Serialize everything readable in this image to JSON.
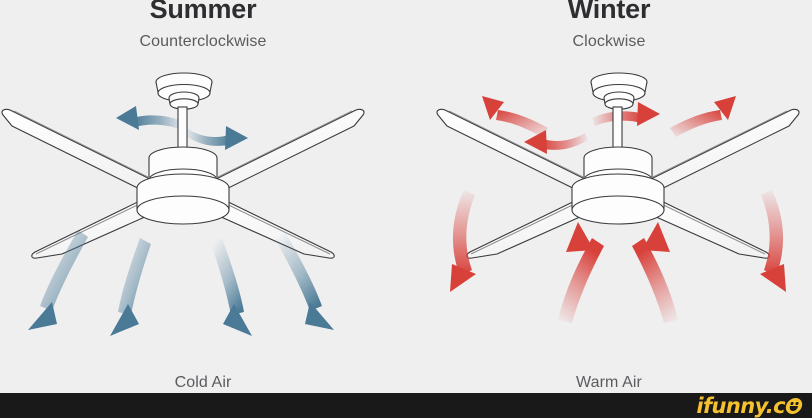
{
  "image": {
    "background_color": "#efeff0",
    "subject": "ceiling fan seasonal rotation direction diagram"
  },
  "panels": [
    {
      "id": "summer",
      "title": "Summer",
      "subtitle": "Counterclockwise",
      "air_label": "Cold Air",
      "arrow_color": "#4a7a96",
      "airflow_direction": "downward",
      "rotation": "counterclockwise"
    },
    {
      "id": "winter",
      "title": "Winter",
      "subtitle": "Clockwise",
      "air_label": "Warm Air",
      "arrow_color": "#d8403a",
      "airflow_direction": "upward",
      "rotation": "clockwise"
    }
  ],
  "fan": {
    "blade_count": 4,
    "body_fill": "#fdfdfd",
    "outline_color": "#3a3a3c"
  },
  "watermark": {
    "bar_color": "#191919",
    "text": "ifunny.c",
    "brand_color": "#f5c12e"
  }
}
